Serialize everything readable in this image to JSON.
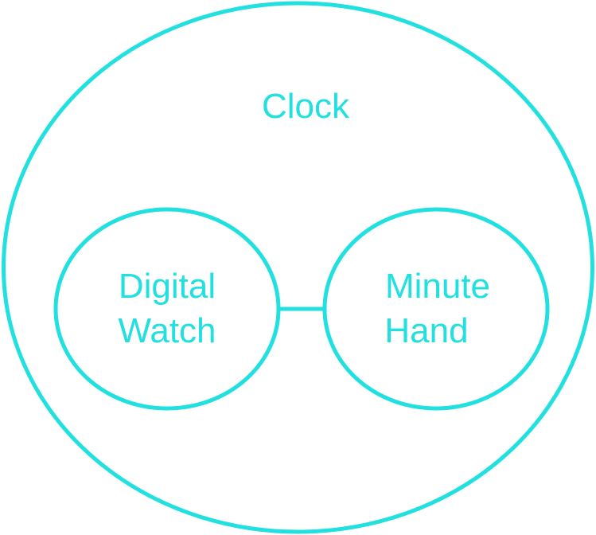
{
  "colors": {
    "stroke": "#22e0e0",
    "text": "#22e0e0",
    "background": "#ffffff"
  },
  "diagram": {
    "outer": {
      "label": "Clock"
    },
    "left": {
      "label_line1": "Digital",
      "label_line2": "Watch"
    },
    "right": {
      "label_line1": "Minute",
      "label_line2": "Hand"
    }
  }
}
